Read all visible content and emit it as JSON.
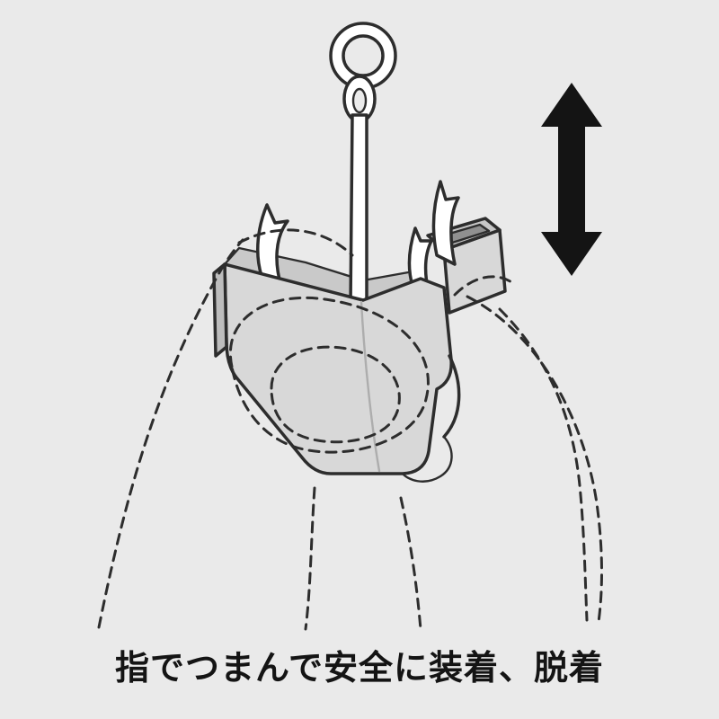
{
  "page": {
    "background": "#eaeaea"
  },
  "colors": {
    "page_bg": "#eaeaea",
    "outline": "#2d2d2d",
    "dashed": "#2d2d2d",
    "arrow": "#141414",
    "text": "#141414",
    "cover_front": "#d8d8d8",
    "cover_side": "#bdbdbd",
    "cover_top": "#c6c6c6",
    "cover_inner": "#c9c9c9",
    "cover_opening": "#909090",
    "hook_fill": "#ffffff"
  },
  "illustration": {
    "subject_icon": "treble-hook-with-protective-cover",
    "motion_icon": "up-down-double-arrow",
    "hands_icon": "pinching-fingers-dashed-outline"
  },
  "caption": {
    "text": "指でつまんで安全に装着、脱着"
  }
}
